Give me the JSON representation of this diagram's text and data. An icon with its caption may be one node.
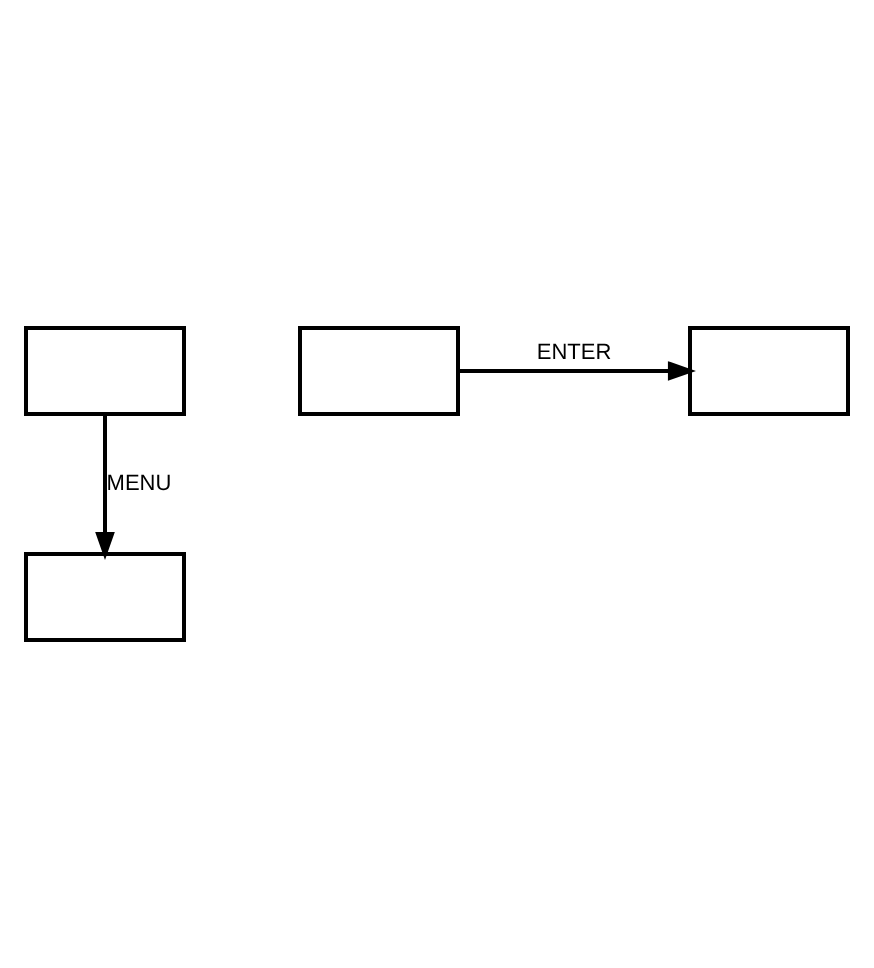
{
  "diagram": {
    "nodes": [
      {
        "text": [],
        "shape": "box"
      },
      {
        "text": [],
        "shape": "box"
      },
      {
        "text": [],
        "shape": "box"
      },
      {
        "text": [],
        "shape": "box"
      }
    ],
    "edges": [
      {
        "from": 0,
        "to": 1,
        "arrow": "to",
        "label": "MENU"
      },
      {
        "from": 2,
        "to": 3,
        "arrow": "to",
        "label": "ENTER"
      }
    ]
  }
}
